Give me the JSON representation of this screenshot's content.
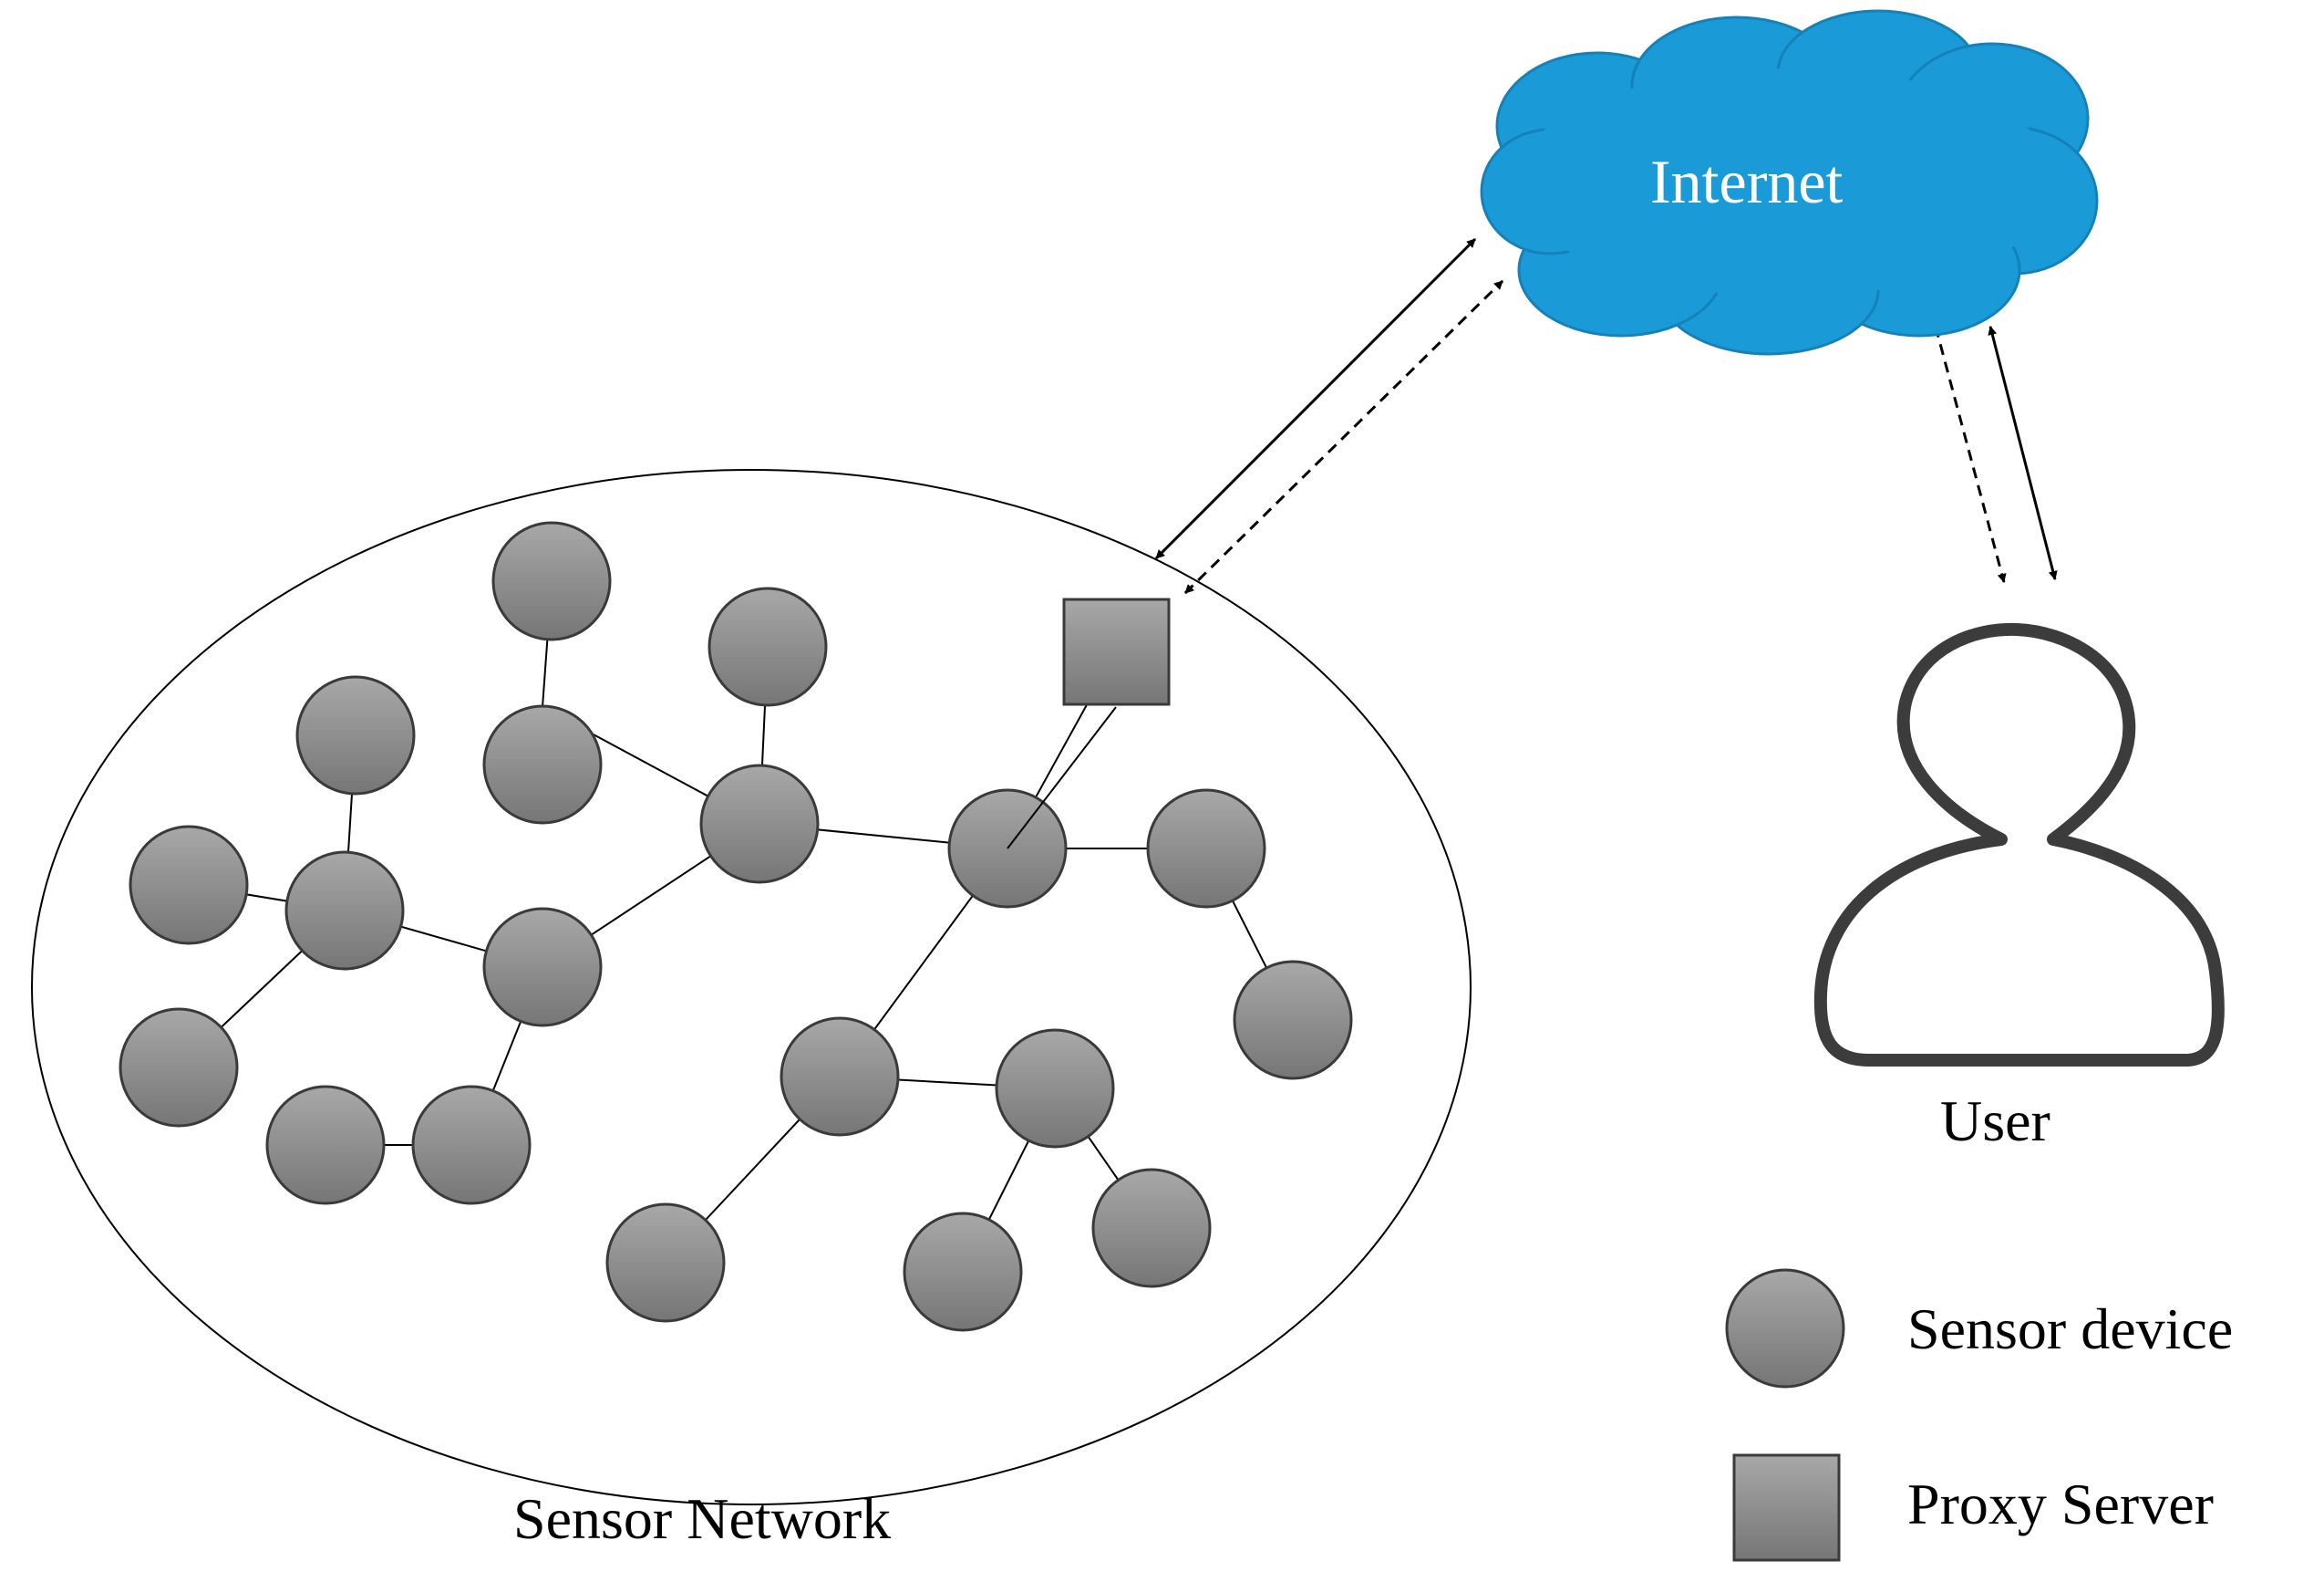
{
  "labels": {
    "internet": "Internet",
    "user": "User",
    "sensor_network": "Sensor Network"
  },
  "legend": {
    "sensor_device": "Sensor device",
    "proxy_server": "Proxy Server"
  },
  "colors": {
    "node_fill_light": "#a6a6a6",
    "node_fill_dark": "#777777",
    "node_stroke": "#3a3a3a",
    "cloud_fill": "#1a9bd8",
    "cloud_stroke": "#1680b8",
    "cloud_text": "#ffffff",
    "user_stroke": "#3c3c3c",
    "line": "#000000"
  },
  "icons": {
    "cloud": "cloud-icon",
    "user": "user-icon",
    "sensor": "circle-node",
    "proxy": "square-node"
  }
}
